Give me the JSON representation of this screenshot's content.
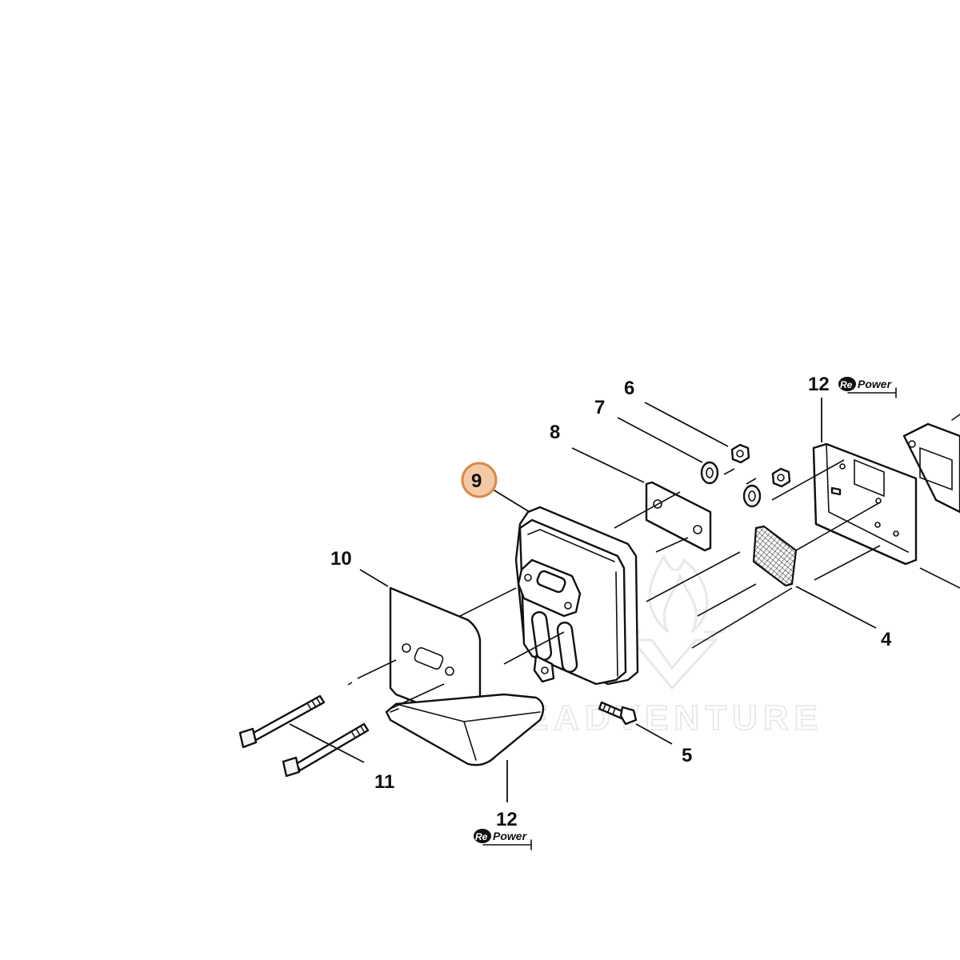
{
  "callouts": {
    "c4": "4",
    "c5": "5",
    "c6": "6",
    "c7": "7",
    "c8": "8",
    "c9": "9",
    "c10": "10",
    "c11": "11",
    "c12_top": "12",
    "c12_bottom": "12"
  },
  "badges": {
    "repower_prefix": "Re",
    "repower_suffix": "Power"
  },
  "watermark": {
    "text": "LEADVENTURE"
  },
  "colors": {
    "highlight_fill": "#f3c9a6",
    "highlight_stroke": "#d98a47",
    "line": "#111111",
    "watermark": "#e6e6e6"
  },
  "highlighted_part": "9"
}
